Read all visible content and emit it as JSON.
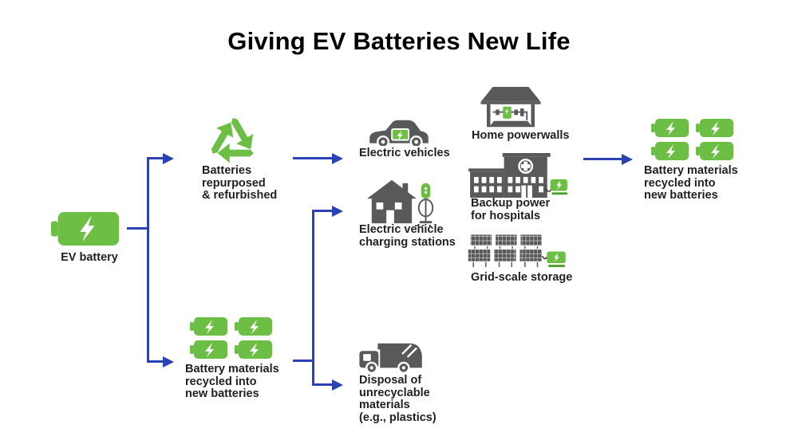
{
  "title": "Giving EV Batteries New Life",
  "colors": {
    "battery_green": "#6CBE45",
    "battery_green_dark": "#4D9E2E",
    "arrow_blue": "#2B42B5",
    "icon_gray": "#58595B",
    "text": "#231F20"
  },
  "nodes": {
    "ev_battery": {
      "label": "EV battery"
    },
    "repurposed": {
      "label_lines": [
        "Batteries",
        "repurposed",
        "& refurbished"
      ]
    },
    "electric_vehicles": {
      "label": "Electric vehicles"
    },
    "charging_stations": {
      "label_lines": [
        "Electric vehicle",
        "charging stations"
      ]
    },
    "home_powerwalls": {
      "label": "Home powerwalls"
    },
    "hospital_backup": {
      "label_lines": [
        "Backup power",
        "for hospitals"
      ]
    },
    "grid_storage": {
      "label": "Grid-scale storage"
    },
    "recycled_right": {
      "label_lines": [
        "Battery materials",
        "recycled into",
        "new batteries"
      ]
    },
    "recycled_bottom": {
      "label_lines": [
        "Battery materials",
        "recycled into",
        "new batteries"
      ]
    },
    "disposal": {
      "label_lines": [
        "Disposal of",
        "unrecyclable",
        "materials",
        "(e.g., plastics)"
      ]
    }
  }
}
